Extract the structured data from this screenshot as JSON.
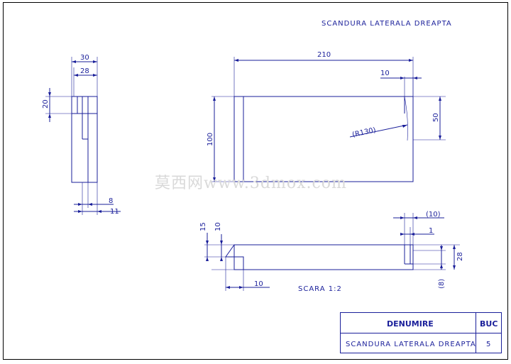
{
  "drawing": {
    "title": "SCANDURA LATERALA DREAPTA",
    "scale_label": "SCARA 1:2"
  },
  "side_view": {
    "dim_width_outer": "30",
    "dim_width_inner": "28",
    "dim_top": "20",
    "dim_bottom_a": "8",
    "dim_bottom_b": "11"
  },
  "front_view": {
    "dim_length": "210",
    "dim_notch": "10",
    "dim_height": "100",
    "dim_right": "50",
    "dim_radius": "(R130)"
  },
  "top_view": {
    "dim_15": "15",
    "dim_10_left": "10",
    "dim_10_bottom": "10",
    "dim_10_paren": "(10)",
    "dim_1": "1",
    "dim_28": "28",
    "dim_8_paren": "(8)"
  },
  "title_block": {
    "col_name": "DENUMIRE",
    "col_qty": "BUC",
    "row_name": "SCANDURA LATERALA DREAPTA",
    "row_qty": "5"
  },
  "watermark": "莫西网www.3dmox.com",
  "colors": {
    "line": "#1a1f9a",
    "border": "#000000"
  }
}
